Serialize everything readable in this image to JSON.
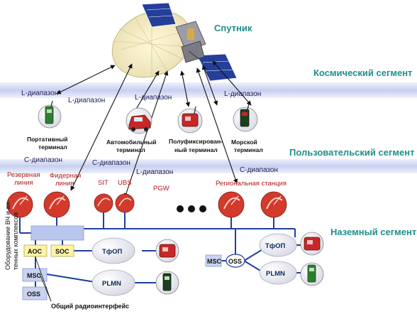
{
  "labels": {
    "satellite": "Спутник"
  },
  "segments": {
    "space": "Космический сегмент",
    "user": "Пользовательский сегмент",
    "ground": "Наземный сегмент"
  },
  "bands": [
    "L-диапазон",
    "L-диапазон",
    "L-диапазон",
    "L-диапазон",
    "С-диапазон",
    "С-диапазон",
    "L-диапазон",
    "С-диапазон"
  ],
  "terminals": {
    "portable": [
      "Портативный",
      "терминал"
    ],
    "car": [
      "Автомобильный",
      "терминал"
    ],
    "semi_fixed": [
      "Полуфиксирован-",
      "ный терминал"
    ],
    "marine": [
      "Морской",
      "терминал"
    ]
  },
  "ground": {
    "reserve": [
      "Резервная",
      "линия"
    ],
    "feeder": [
      "Фидерная",
      "линия"
    ],
    "sit": "SIT",
    "ubs": "UBS",
    "pgw": "PGW",
    "regional": "Региональная станция",
    "rf_equipment": [
      "Оборудование ВЧ и ан-",
      "тенных комплексов"
    ],
    "radio_interface": "Общий радиоинтерфейс"
  },
  "nodes": {
    "aoc": "AOC",
    "soc": "SOC",
    "msc": "MSC",
    "oss": "OSS",
    "pstn": "ТфОП",
    "plmn": "PLMN"
  },
  "colors": {
    "segment_title": "#1d8f8a",
    "network_line": "#1d3fa0",
    "dish": "#d33a2c",
    "band": "#c7cff0"
  }
}
